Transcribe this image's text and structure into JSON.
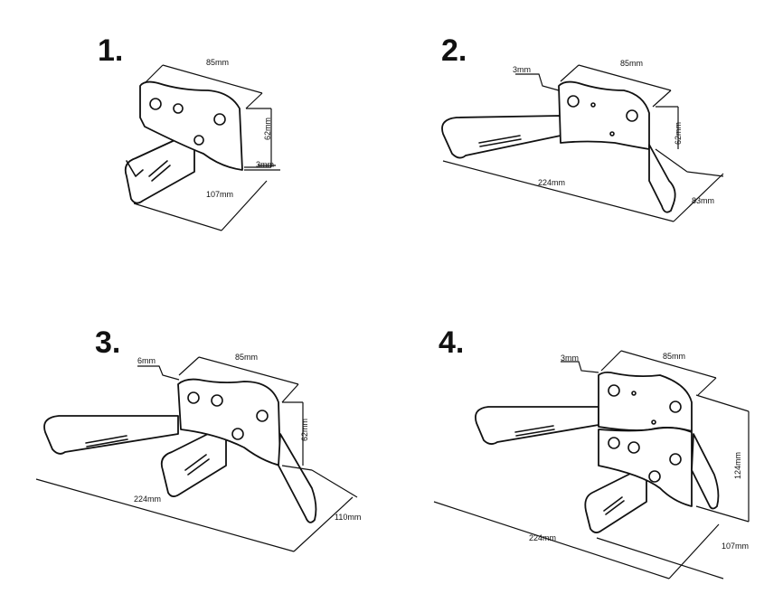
{
  "panels": [
    {
      "number": "1.",
      "labels": {
        "width": "85mm",
        "height": "62mm",
        "thickness": "3mm",
        "depth": "107mm"
      }
    },
    {
      "number": "2.",
      "labels": {
        "thickness": "3mm",
        "width": "85mm",
        "height": "62mm",
        "length": "224mm",
        "depth": "83mm"
      }
    },
    {
      "number": "3.",
      "labels": {
        "thickness": "6mm",
        "width": "85mm",
        "height": "62mm",
        "length": "224mm",
        "depth": "110mm"
      }
    },
    {
      "number": "4.",
      "labels": {
        "thickness": "3mm",
        "width": "85mm",
        "height": "124mm",
        "length": "224mm",
        "depth": "107mm"
      }
    }
  ]
}
